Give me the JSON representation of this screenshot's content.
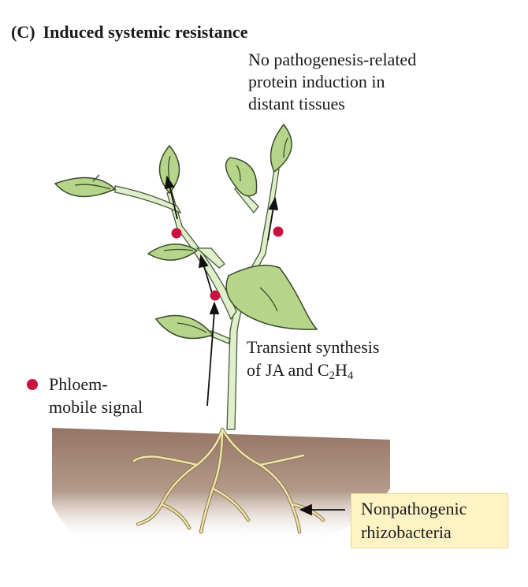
{
  "panel_label": "(C)",
  "title": "Induced systemic resistance",
  "top_note": {
    "line1": "No pathogenesis-related",
    "line2": "protein induction in",
    "line3": "distant tissues"
  },
  "middle_note": {
    "line1": "Transient synthesis",
    "line2_prefix": "of JA and C",
    "line2_sub1": "2",
    "line2_mid": "H",
    "line2_sub2": "4"
  },
  "legend": {
    "line1": "Phloem-",
    "line2": "mobile signal"
  },
  "bottom_note": {
    "line1": "Nonpathogenic",
    "line2": "rhizobacteria"
  },
  "colors": {
    "leaf": "#b7d58a",
    "leaf_stroke": "#3a4a2a",
    "stem": "#dfeecb",
    "soil": "#a88c7a",
    "root": "#efe2ae",
    "signal_dot": "#c8133f",
    "label_box": "#fdf3c3"
  }
}
